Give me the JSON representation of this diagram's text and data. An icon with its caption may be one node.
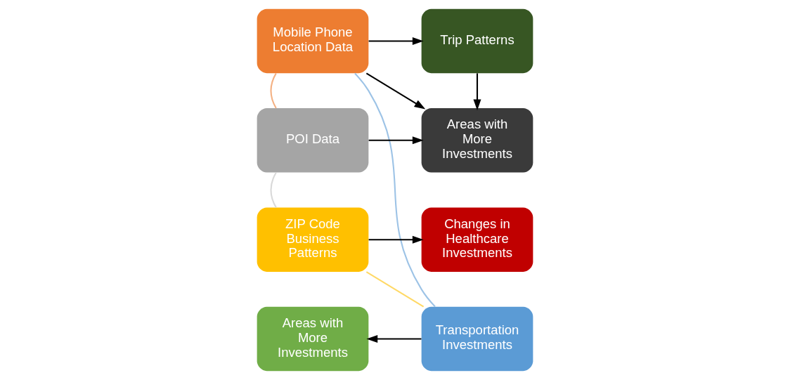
{
  "diagram": {
    "nodes": [
      {
        "text": [
          "Mobile Phone Location Data"
        ]
      },
      {
        "text": [
          "Trip Patterns"
        ]
      },
      {
        "text": [
          "Areas with More Investments"
        ]
      },
      {
        "text": [
          "Transportation Investments"
        ]
      },
      {
        "text": [
          "POI Data"
        ]
      },
      {
        "text": [
          "Areas with More Investments"
        ]
      },
      {
        "text": [
          "ZIP Code Business Patterns"
        ]
      },
      {
        "text": [
          "Changes in Healthcare Investments"
        ]
      }
    ],
    "edges": [
      {
        "from": 0,
        "to": 1,
        "arrow": "to"
      },
      {
        "from": 0,
        "to": 5,
        "arrow": "to"
      },
      {
        "from": 1,
        "to": 5,
        "arrow": "to"
      },
      {
        "from": 3,
        "to": 2,
        "arrow": "to"
      },
      {
        "from": 4,
        "to": 5,
        "arrow": "to"
      },
      {
        "from": 6,
        "to": 7,
        "arrow": "to"
      },
      {
        "from": 0,
        "to": 3,
        "arrow": "none",
        "color": "#9dc3e6"
      },
      {
        "from": 0,
        "to": 4,
        "arrow": "none",
        "color": "#f4b183"
      },
      {
        "from": 4,
        "to": 6,
        "arrow": "none",
        "color": "#d9d9d9"
      },
      {
        "from": 6,
        "to": 3,
        "arrow": "none",
        "color": "#ffd966"
      }
    ]
  }
}
